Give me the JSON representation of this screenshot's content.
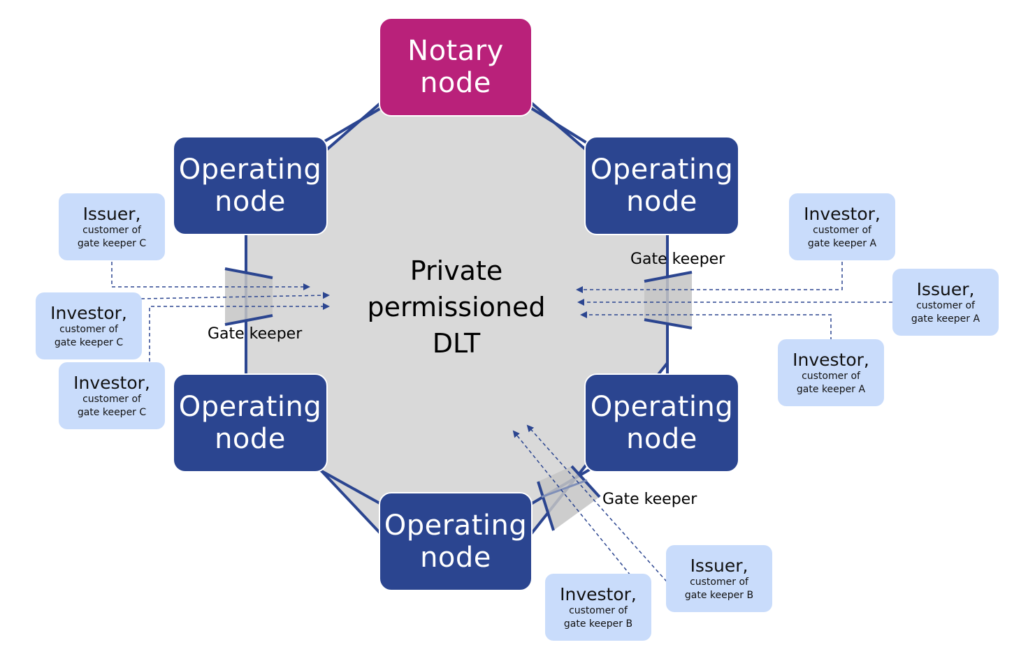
{
  "dlt": {
    "line1": "Private",
    "line2": "permissioned",
    "line3": "DLT"
  },
  "notary": {
    "line1": "Notary",
    "line2": "node"
  },
  "operating": {
    "line1": "Operating",
    "line2": "node"
  },
  "gatekeeper_label": "Gate keeper",
  "parties": {
    "issuer_c": {
      "role": "Issuer,",
      "line1": "customer of",
      "line2": "gate keeper C"
    },
    "investor_c1": {
      "role": "Investor,",
      "line1": "customer of",
      "line2": "gate keeper C"
    },
    "investor_c2": {
      "role": "Investor,",
      "line1": "customer of",
      "line2": "gate keeper C"
    },
    "investor_a1": {
      "role": "Investor,",
      "line1": "customer of",
      "line2": "gate keeper A"
    },
    "issuer_a": {
      "role": "Issuer,",
      "line1": "customer of",
      "line2": "gate keeper A"
    },
    "investor_a2": {
      "role": "Investor,",
      "line1": "customer of",
      "line2": "gate keeper A"
    },
    "issuer_b": {
      "role": "Issuer,",
      "line1": "customer of",
      "line2": "gate keeper B"
    },
    "investor_b": {
      "role": "Investor,",
      "line1": "customer of",
      "line2": "gate keeper B"
    }
  },
  "colors": {
    "notary": "#b9217a",
    "operating": "#2b4590",
    "party": "#c9dcfb",
    "dlt": "#d9d9d9",
    "link": "#2b4590"
  }
}
